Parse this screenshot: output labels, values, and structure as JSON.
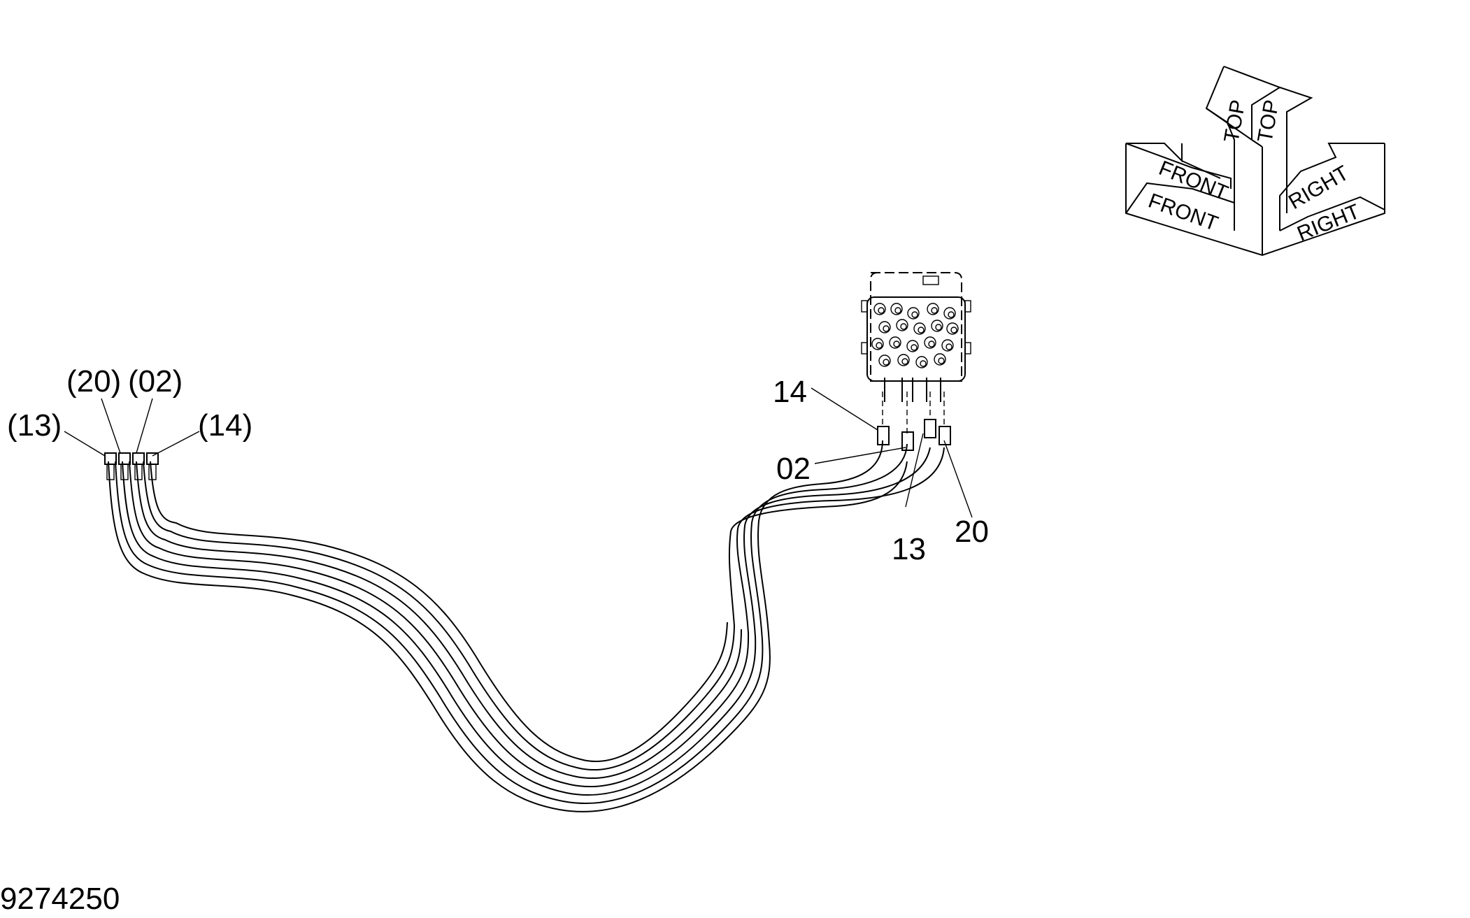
{
  "drawing_number": "9274250",
  "labels": {
    "left_13": "(13)",
    "left_20": "(20)",
    "left_02": "(02)",
    "left_14": "(14)",
    "right_14": "14",
    "right_02": "02",
    "right_13": "13",
    "right_20": "20"
  },
  "orientation": {
    "front_top": "FRONT",
    "front_bottom": "FRONT",
    "top_left": "TOP",
    "top_right": "TOP",
    "right_top": "RIGHT",
    "right_bottom": "RIGHT"
  }
}
